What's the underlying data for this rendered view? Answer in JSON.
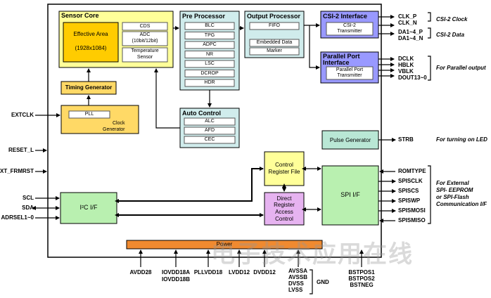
{
  "colors": {
    "sensor_core": "#ffff99",
    "effective_area": "#ffcc00",
    "timing": "#ffd966",
    "pre_processor": "#d0ecec",
    "output_processor": "#d0ecec",
    "csi2": "#9999ff",
    "parallel": "#9999ff",
    "auto_control": "#d0ecec",
    "pulse": "#b9e7d5",
    "control_register": "#ffff99",
    "direct_register": "#e6b3f0",
    "spi": "#b9f0b0",
    "i2c": "#b9f0b0",
    "power": "#f08a30"
  },
  "blocks": {
    "sensor_core": {
      "title": "Sensor Core",
      "effective_area": [
        "Effective Area",
        "(1928x1084)"
      ],
      "cds": "CDS",
      "adc": [
        "ADC",
        "(10bit/12bit)"
      ],
      "temp": [
        "Temperature",
        "Sensor"
      ]
    },
    "timing_generator": "Timing Generator",
    "clock_generator": {
      "pll": "PLL",
      "label": [
        "Clock",
        "Generator"
      ]
    },
    "pre_processor": {
      "title": "Pre Processor",
      "items": [
        "BLC",
        "TPG",
        "ADPC",
        "NR",
        "LSC",
        "DCROP",
        "HDR"
      ]
    },
    "output_processor": {
      "title": "Output Processor",
      "fifo": "FIFO",
      "embedded": "Embedded Data",
      "marker": "Marker"
    },
    "csi2": {
      "title": "CSI-2 Interface",
      "inner": [
        "CSI-2",
        "Transmitter"
      ]
    },
    "parallel": {
      "title": [
        "Parallel Port",
        "Interface"
      ],
      "inner": [
        "Parallel Port",
        "Transmitter"
      ]
    },
    "auto_control": {
      "title": "Auto Control",
      "items": [
        "ALC",
        "AFD",
        "CEC"
      ]
    },
    "pulse_generator": "Pulse Generator",
    "control_register": [
      "Control",
      "Register File"
    ],
    "direct_register": [
      "Direct",
      "Register",
      "Access",
      "Control"
    ],
    "spi": "SPI  I/F",
    "i2c": "I²C I/F",
    "power": "Power"
  },
  "left_pins": [
    "EXTCLK",
    "RESET_L",
    "EXT_FRMRST",
    "SCL",
    "SDA",
    "ADRSEL1~0"
  ],
  "right_pins": {
    "csi_clock": [
      "CLK_P",
      "CLK_N"
    ],
    "csi_data": [
      "DA1~4_P",
      "DA1~4_N"
    ],
    "parallel": [
      "DCLK",
      "HBLK",
      "VBLK",
      "DOUT13~0"
    ],
    "strb": "STRB",
    "spi": [
      "ROMTYPE",
      "SPISCLK",
      "SPISCS",
      "SPISWP",
      "SPISMOSI",
      "SPISMISO"
    ]
  },
  "right_notes": {
    "csi_clock": "CSI-2 Clock",
    "csi_data": "CSI-2 Data",
    "parallel": "For Parallel output",
    "strb": "For turning on LED",
    "spi": [
      "For External",
      "SPI- EEPROM",
      "or SPI-Flash",
      "Communication I/F"
    ]
  },
  "bottom_pins": {
    "avdd28": "AVDD28",
    "iovdd": [
      "IOVDD18A",
      "IOVDD18B"
    ],
    "pllvdd": "PLLVDD18",
    "lvdd": "LVDD12",
    "dvdd": "DVDD12",
    "gnd_list": [
      "AVSSA",
      "AVSSB",
      "DVSS",
      "LVSS"
    ],
    "gnd": "GND",
    "bst": [
      "BSTPOS1",
      "BSTPOS2",
      "BSTNEG"
    ]
  },
  "watermark": "电子技术应用在线"
}
